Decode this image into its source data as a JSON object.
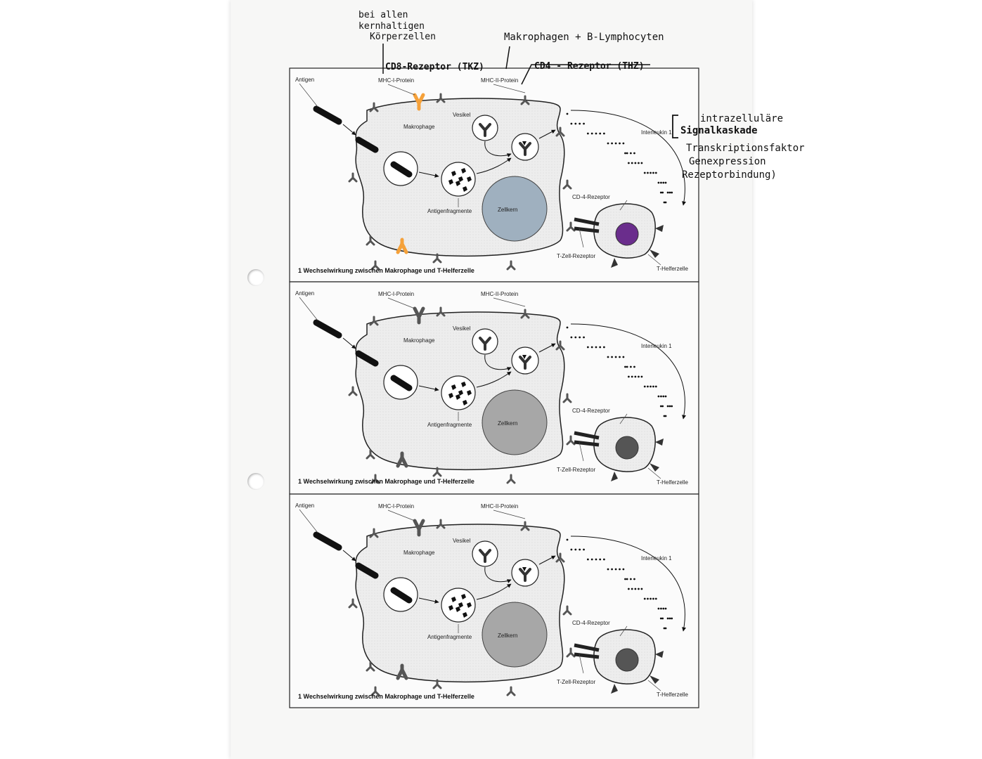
{
  "panels": [
    {
      "labels": {
        "antigen": "Antigen",
        "mhc1": "MHC-I-Protein",
        "mhc2": "MHC-II-Protein",
        "vesicle": "Vesikel",
        "macrophage": "Makrophage",
        "interleukin": "Interleukin 1",
        "fragments": "Antigenfragmente",
        "nucleus": "Zellkern",
        "cd4": "CD-4-Rezeptor",
        "tcell_receptor": "T-Zell-Rezeptor",
        "thelper": "T-Helferzelle"
      },
      "caption_num": "1",
      "caption": "Wechselwirkung zwischen Makrophage und T-Helferzelle",
      "nucleus_color": "#9fb0bf",
      "thelper_nucleus_color": "#6a2d8c",
      "mhc1_color": "#f5a13a"
    },
    {
      "labels": {
        "antigen": "Antigen",
        "mhc1": "MHC-I-Protein",
        "mhc2": "MHC-II-Protein",
        "vesicle": "Vesikel",
        "macrophage": "Makrophage",
        "interleukin": "Interleukin 1",
        "fragments": "Antigenfragmente",
        "nucleus": "Zellkern",
        "cd4": "CD-4-Rezeptor",
        "tcell_receptor": "T-Zell-Rezeptor",
        "thelper": "T-Helferzelle"
      },
      "caption_num": "1",
      "caption": "Wechselwirkung zwischen Makrophage und T-Helferzelle",
      "nucleus_color": "#a7a7a7",
      "thelper_nucleus_color": "#555555",
      "mhc1_color": "#ffffff"
    },
    {
      "labels": {
        "antigen": "Antigen",
        "mhc1": "MHC-I-Protein",
        "mhc2": "MHC-II-Protein",
        "vesicle": "Vesikel",
        "macrophage": "Makrophage",
        "interleukin": "Interleukin 1",
        "fragments": "Antigenfragmente",
        "nucleus": "Zellkern",
        "cd4": "CD-4-Rezeptor",
        "tcell_receptor": "T-Zell-Rezeptor",
        "thelper": "T-Helferzelle"
      },
      "caption_num": "1",
      "caption": "Wechselwirkung zwischen Makrophage und T-Helferzelle",
      "nucleus_color": "#a7a7a7",
      "thelper_nucleus_color": "#555555",
      "mhc1_color": "#ffffff"
    }
  ],
  "handwritten": {
    "kernhaltig_1": "bei allen",
    "kernhaltig_2": "kernhaltigen",
    "kernhaltig_3": "Körperzellen",
    "macro_b": "Makrophagen + B-Lymphocyten",
    "cd8": "CD8-Rezeptor (TKZ)",
    "cd4": "CD4 - Rezeptor (THZ)",
    "note_1": "intrazelluläre",
    "note_2": "Signalkaskade",
    "note_3": "Transkriptionsfaktor",
    "note_4": "Genexpression",
    "note_5": "Rezeptorbindung)"
  }
}
